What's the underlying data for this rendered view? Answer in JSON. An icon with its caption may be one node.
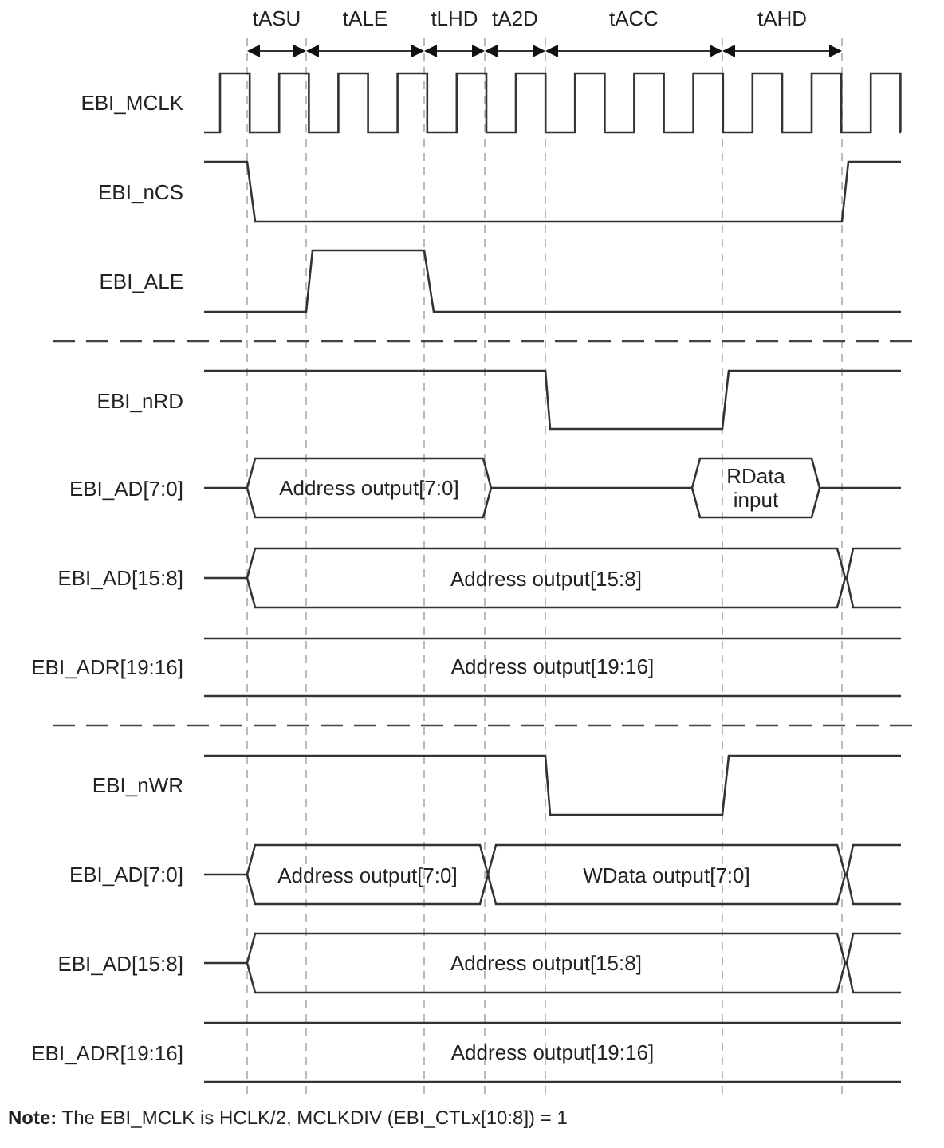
{
  "diagram": {
    "caption": "**Note:** The EBI_MCLK is HCLK/2, MCLKDIV (EBI_CTLx[10:8]) = 1",
    "nodes": [
      {
        "text": [
          "Address output[7:0]"
        ]
      },
      {
        "text": [
          "RData input"
        ]
      },
      {
        "text": [
          "Address output[15:8]"
        ]
      },
      {
        "text": [
          "Address output[19:16]"
        ]
      },
      {
        "text": [
          "Address output[7:0]"
        ]
      },
      {
        "text": [
          "WData output[7:0]"
        ]
      },
      {
        "text": [
          "Address output[15:8]"
        ]
      },
      {
        "text": [
          "Address output[19:16]"
        ]
      }
    ],
    "edges": [],
    "labels": [
      "tASU",
      "tALE",
      "tLHD",
      "tA2D",
      "tACC",
      "tAHD",
      "EBI_MCLK",
      "EBI_nCS",
      "EBI_ALE",
      "EBI_nRD",
      "EBI_AD[7:0]",
      "EBI_AD[15:8]",
      "EBI_ADR[19:16]",
      "EBI_nWR",
      "EBI_AD[7:0]",
      "EBI_AD[15:8]",
      "EBI_ADR[19:16]"
    ]
  }
}
